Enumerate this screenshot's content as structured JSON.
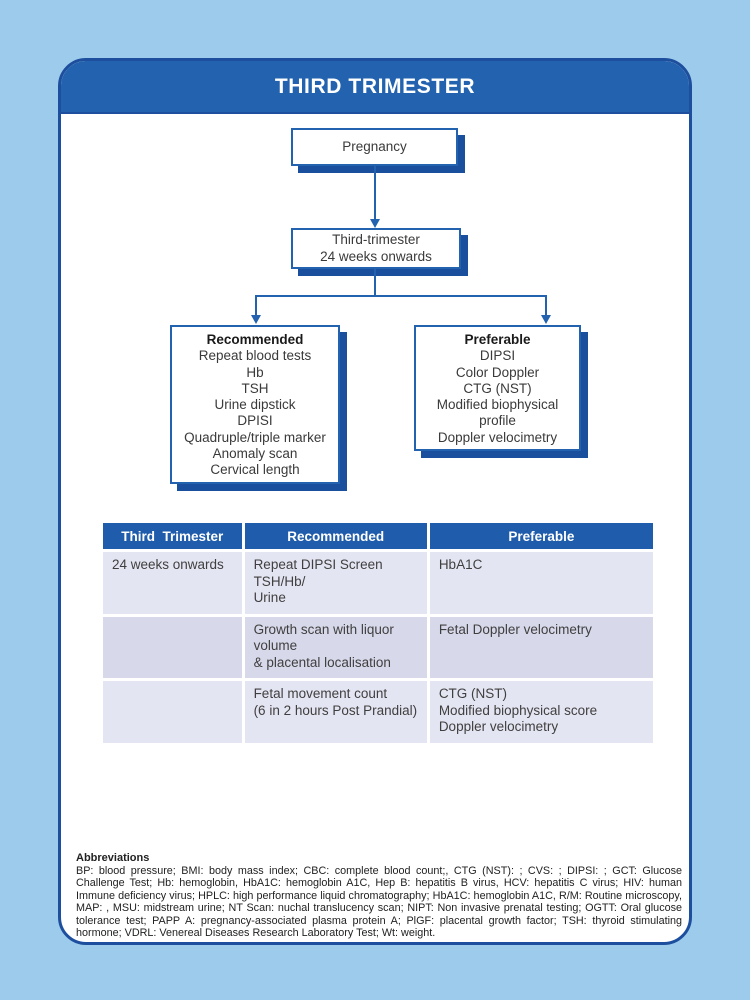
{
  "colors": {
    "page_bg": "#9ccbeb",
    "accent_blue": "#2262ae",
    "navy_border": "#1d4f9e",
    "box_shadow": "#1a4f9e",
    "table_header_bg": "#1f5cab",
    "row_light": "#e4e5f2",
    "row_dark": "#d7d9ea"
  },
  "header": {
    "title": "THIRD TRIMESTER"
  },
  "flowchart": {
    "pregnancy_label": "Pregnancy",
    "trimester_lines": [
      "Third-trimester",
      "24 weeks onwards"
    ],
    "recommended": {
      "title": "Recommended",
      "items": [
        "Repeat blood tests",
        "Hb",
        "TSH",
        "Urine dipstick",
        "DPISI",
        "Quadruple/triple marker",
        "Anomaly scan",
        "Cervical length"
      ]
    },
    "preferable": {
      "title": "Preferable",
      "items": [
        "DIPSI",
        "Color Doppler",
        "CTG (NST)",
        "Modified biophysical",
        "profile",
        "Doppler velocimetry"
      ]
    }
  },
  "table": {
    "headers": [
      "Third  Trimester",
      "Recommended",
      "Preferable"
    ],
    "rows": [
      {
        "cells": [
          [
            "24 weeks onwards"
          ],
          [
            "Repeat DIPSI Screen TSH/Hb/",
            "Urine"
          ],
          [
            "HbA1C"
          ]
        ]
      },
      {
        "cells": [
          [
            ""
          ],
          [
            "Growth scan with liquor volume",
            "& placental localisation"
          ],
          [
            "Fetal Doppler velocimetry"
          ]
        ]
      },
      {
        "cells": [
          [
            ""
          ],
          [
            "Fetal movement count",
            "(6 in 2 hours Post Prandial)"
          ],
          [
            "CTG (NST)",
            "Modified biophysical score",
            "Doppler velocimetry"
          ]
        ]
      }
    ]
  },
  "abbreviations": {
    "title": "Abbreviations",
    "text": "BP: blood pressure; BMI: body mass index; CBC: complete blood count;, CTG (NST): ; CVS: ;  DIPSI: ; GCT: Glucose Challenge Test; Hb:  hemoglobin, HbA1C: hemoglobin A1C, Hep B: hepatitis B virus, HCV: hepatitis C virus; HIV: human Immune deficiency virus; HPLC: high performance liquid chromatography; HbA1C: hemoglobin A1C, R/M: Routine microscopy, MAP: , MSU: midstream urine; NT Scan: nuchal translucency scan;  NIPT: Non invasive prenatal testing; OGTT: Oral glucose tolerance test; PAPP A: pregnancy-associated plasma protein A; PlGF: placental growth factor; TSH: thyroid stimulating hormone; VDRL: Venereal Diseases Research Laboratory Test; Wt: weight."
  }
}
